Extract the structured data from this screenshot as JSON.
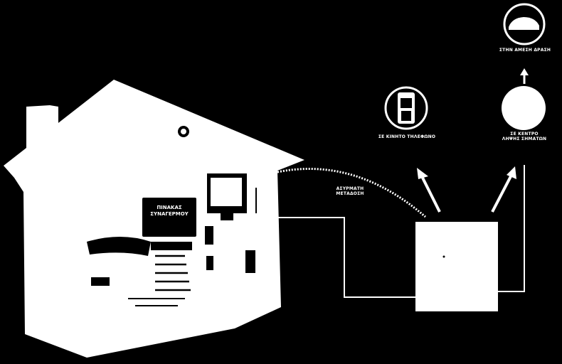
{
  "labels": {
    "alarm_panel": [
      "ΠΙΝΑΚΑΣ",
      "ΣΥΝΑΓΕΡΜΟΥ"
    ],
    "wireless_transmission": [
      "ΑΣΥΡΜΑΤΗ",
      "ΜΕΤΑΔΟΣΗ"
    ],
    "to_mobile_phone": "ΣΕ ΚΙΝΗΤΟ ΤΗΛΕΦΩΝΟ",
    "to_monitoring_center": [
      "ΣΕ ΚΕΝΤΡΟ",
      "ΛΗΨΗΣ ΣΗΜΑΤΩΝ"
    ],
    "to_rapid_response": "ΣΤΗΝ ΑΜΕΣΗ ΔΡΑΣΗ"
  },
  "icons": {
    "phone": "mobile-phone-icon",
    "monitoring": "monitoring-center-icon",
    "car": "patrol-car-icon",
    "communicator": "communicator-box-icon",
    "house": "house-icon"
  },
  "colors": {
    "background": "#000000",
    "foreground": "#ffffff"
  }
}
